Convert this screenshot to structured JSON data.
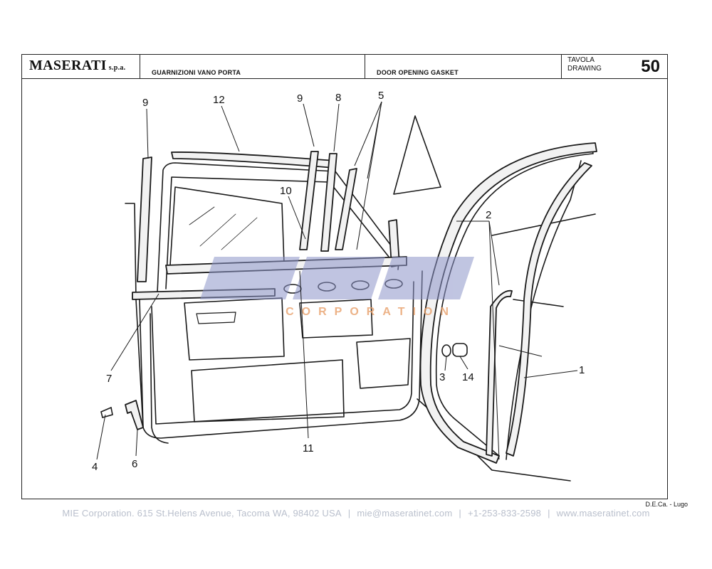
{
  "header": {
    "brand": "MASERATI",
    "brand_suffix": "s.p.a.",
    "title_it": "GUARNIZIONI VANO PORTA",
    "title_en": "DOOR OPENING GASKET",
    "tavola_label": "TAVOLA",
    "drawing_label": "DRAWING",
    "drawing_number": "50"
  },
  "watermark": {
    "text": "CORPORATION",
    "color": "#8d95c9",
    "accent": "#e8a06a"
  },
  "callouts": [
    "9",
    "12",
    "9",
    "8",
    "5",
    "10",
    "2",
    "7",
    "3",
    "14",
    "1",
    "4",
    "6",
    "11"
  ],
  "credit": "D.E.Ca. - Lugo",
  "footer": {
    "company": "MIE Corporation. 615 St.Helens Avenue, Tacoma WA, 98402 USA",
    "email": "mie@maseratinet.com",
    "phone": "+1-253-833-2598",
    "website": "www.maseratinet.com",
    "separator": "|"
  }
}
